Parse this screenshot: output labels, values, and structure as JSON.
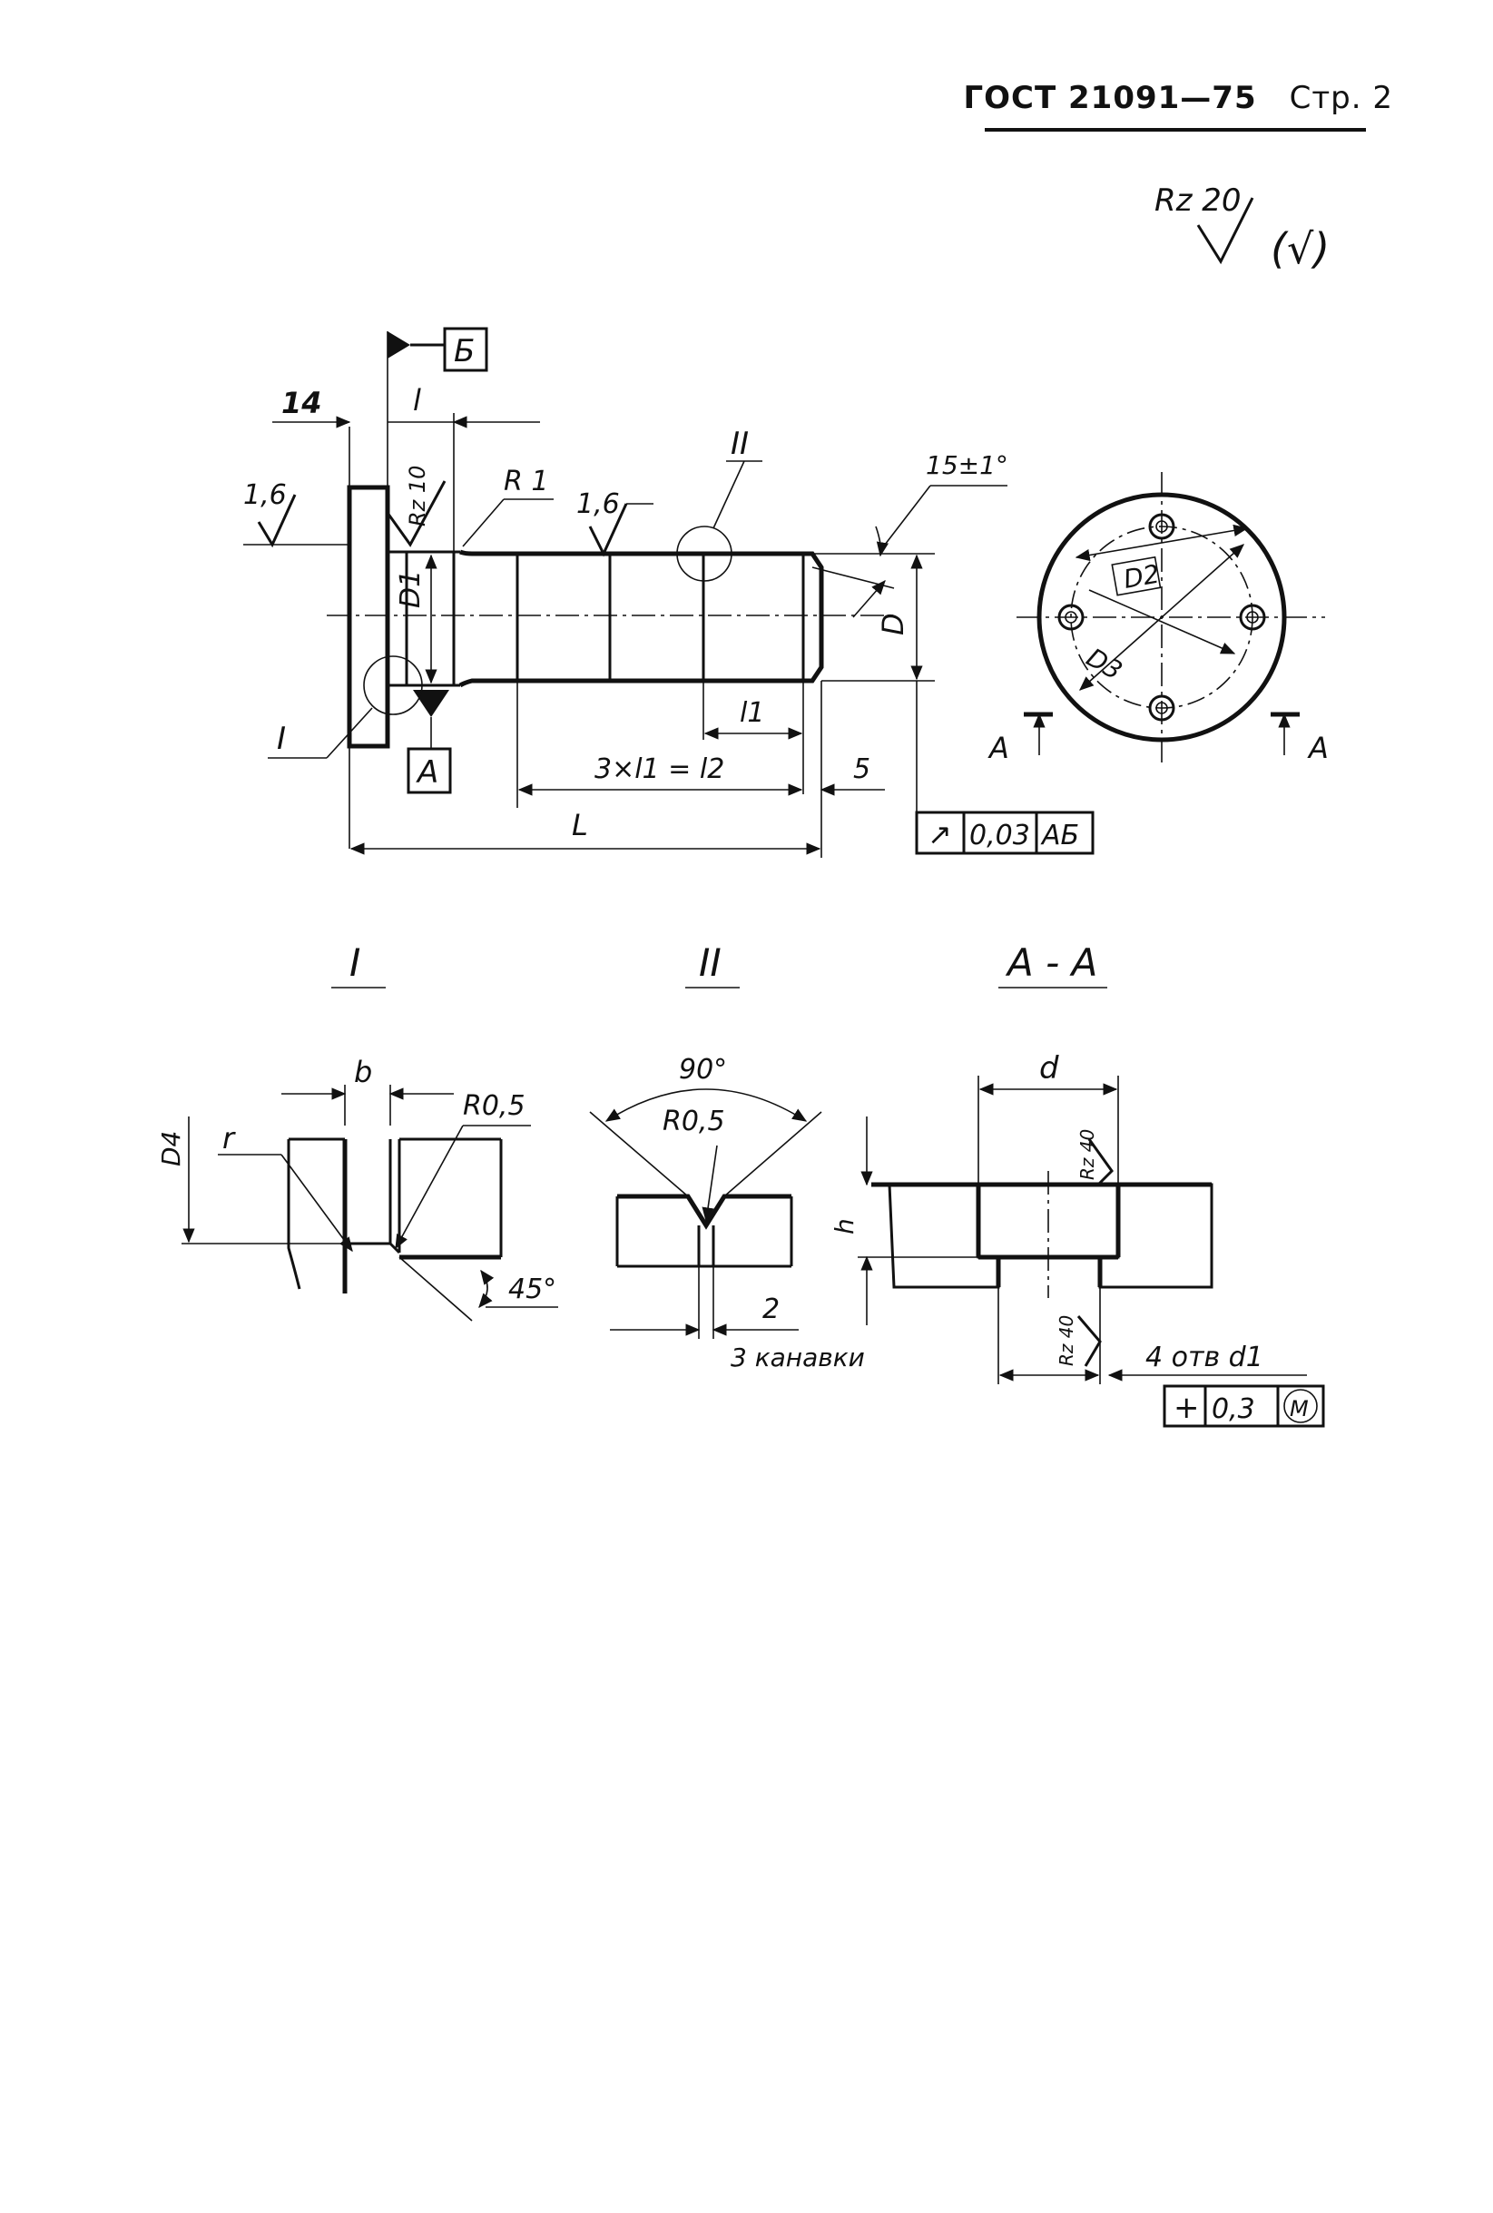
{
  "header": {
    "standard": "ГОСТ 21091—75",
    "page": "Стр. 2"
  },
  "roughness": {
    "general": "Rz 20",
    "rest_symbol": "(√)",
    "flange_face": "1,6",
    "shank": "1,6",
    "shoulder": "Rz 10",
    "counterbore_wall": "Rz 40",
    "hole_wall": "Rz 40"
  },
  "main_view": {
    "datum_b": "Б",
    "datum_a": "А",
    "dim_flange": "14",
    "dim_l": "l",
    "dim_R1": "R 1",
    "dim_D1": "D1",
    "dim_D": "D",
    "dim_l1": "l1",
    "dim_3l1": "3×l1 = l2",
    "dim_5": "5",
    "dim_L": "L",
    "angle": "15±1°",
    "detail_I": "I",
    "detail_II": "II",
    "tolerance_frame": {
      "symbol": "↗",
      "value": "0,03",
      "datums": "АБ"
    }
  },
  "end_view": {
    "dim_D2": "D2",
    "dim_D3": "D3",
    "section_mark": "А"
  },
  "details": {
    "title_I": "I",
    "title_II": "II",
    "title_AA": "А - А",
    "I": {
      "b": "b",
      "r": "r",
      "R": "R0,5",
      "D4": "D4",
      "chamfer": "45°"
    },
    "II": {
      "angle": "90°",
      "R": "R0,5",
      "width": "2",
      "note": "3 канавки"
    },
    "AA": {
      "d": "d",
      "h": "h",
      "holes": "4 отв d1",
      "position_frame": {
        "symbol": "+",
        "value": "0,3",
        "modifier": "M"
      }
    }
  }
}
